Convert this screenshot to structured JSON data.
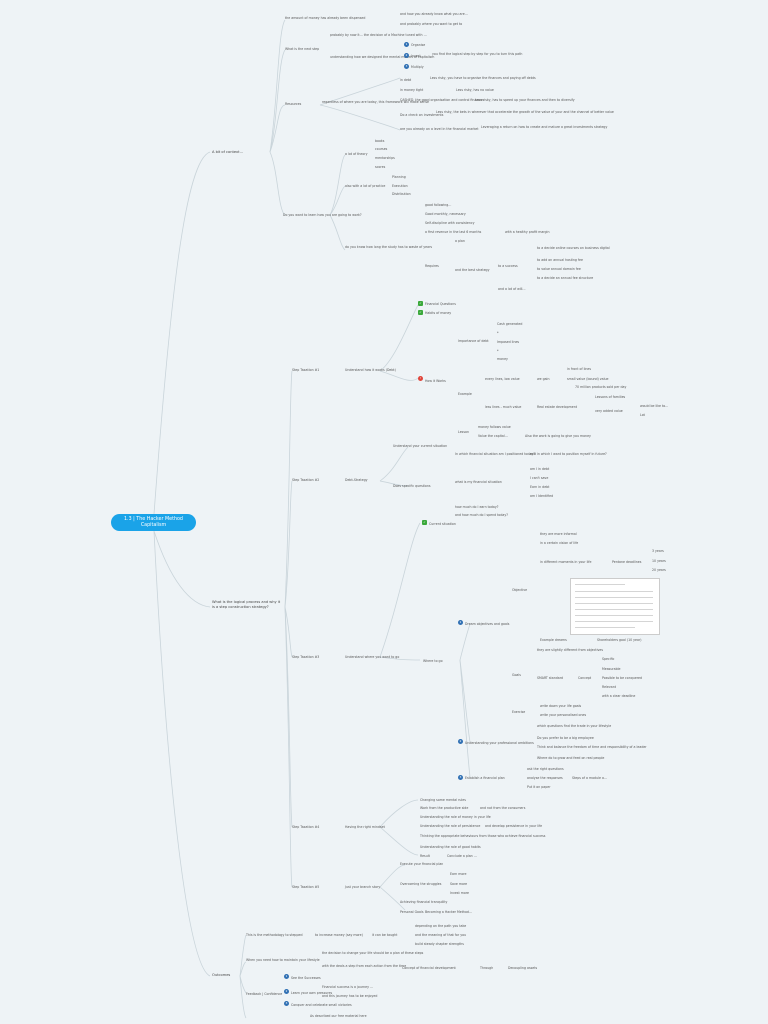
{
  "root": {
    "title": "1.3 | The Hacker Method Capitalism"
  },
  "a_bit_of_context": {
    "label": "A bit of context...",
    "what_is_the_next_step": "What is the next step",
    "amount_of_money": "the amount of money has already been dispensed",
    "dispensed_a": "and how you already know what you are...",
    "dispensed_b": "and probably where you want to get to",
    "organise": "Organise",
    "invest": "Invest",
    "multiply": "Multiply",
    "invest_detail": "you find the logical step by step for you to turn this path",
    "summary_a": "understanding how we designed the mental models of capitalism",
    "summary_b": "probably by now it... the decision of a Machine tuned with ...",
    "resources": "Resources",
    "regardless": "regardless of where you are today, this framework will make sense",
    "r1": "in debt",
    "r1d": "Less risky, you have to organise the finances and paying off debts",
    "r2": "in money tight",
    "r2d": "Less risky, has no value",
    "r3": "CASHED, the good organisation and control finances",
    "r3d": "Less risky, has to speed up your finances and then to diversify",
    "r4": "Do a check on investments",
    "r4d": "Less risky, the bets in wherever that accelerate the growth of the value of your and the channel of better value",
    "r5": "are you already on a level in the financial market",
    "r5d": "Leveraging a return on how to create and mature a great investments strategy",
    "why_clients": "Do you want to learn how you are going to work?",
    "lot_of_theory": "a lot of theory",
    "th1": "books",
    "th2": "courses",
    "th3": "mentorships",
    "th4": "scores",
    "practical": "also with a lot of practice",
    "p1": "Planning",
    "p2": "Execution",
    "p3": "Distribution",
    "how_long": "do you know how long the study has to waste of years",
    "hl1": "good following...",
    "hl2": "Good monthly, necessary",
    "hl3": "Self-discipline with consistency",
    "hl4": "a first revenue in the last 6 months",
    "hl4d": "with a healthy profit margin",
    "requires": "Requires",
    "req1": "a plan",
    "req2": "and the best strategy",
    "req3": "to a success",
    "s1": "to a decide online courses on business digital",
    "s2": "to add on annual hosting fee",
    "s3": "to value annual domain fee",
    "s4": "to a decide an annual fee structure",
    "req4": "and a lot of will..."
  },
  "logical_process": {
    "label": "What is the logical process and why it is a step construction strategy?",
    "step1": "Step Taxation #1",
    "step1_sub": "Understand how it works (Debt)",
    "s1_a": "Financial Questions",
    "s1_b": "Habits of money",
    "s1_c": "Importance of debt",
    "s1_c1": "Cash generated",
    "s1_c2": "*",
    "s1_c3": "Imposed lines",
    "s1_c4": "*",
    "s1_c5": "money",
    "s1_d": "How it Works",
    "s1_e": "Example",
    "s1_e1": "every lines, low value",
    "s1_e1d": "we gain",
    "s1_e1x": "in front of lines",
    "s1_e1y": "small value (bound) value",
    "s1_e1z": "70 million products sold per day",
    "s1_e2": "less lines - much value",
    "s1_e2d": "Real estate development",
    "s1_e2x": "Lessons of families",
    "s1_e2y": "very added value",
    "s1_e2z": "would be like to...",
    "s1_e2w": "Lot",
    "s1_f": "Lesson",
    "s1_f1": "money follows value",
    "s1_f2": "Value the capital...",
    "s1_f2d": "Also the work is going to give you money",
    "step2": "Step Taxation #2",
    "step2_sub": "Debt-Strategy",
    "s2_a": "Understand your current situation",
    "s2_b": "Does specific questions",
    "s2_b1": "In which financial situation am I positioned today?",
    "s2_b1d": "and in which I want to position myself in future?",
    "s2_b2": "what is my financial situation",
    "s2_b2a": "am I in debt",
    "s2_b2b": "I can't save",
    "s2_b2c": "Earn in debt",
    "s2_b2d": "am I Identified",
    "s2_b3": "how much do I earn today?",
    "s2_b4": "and how much do I spend today?",
    "step3": "Step Taxation #3",
    "step3_sub": "Understand where you want to go",
    "s3_a": "Current situation",
    "s3_b": "Where to go",
    "s3_c": "Dream objectives and goals",
    "s3_c1": "Objective",
    "s3_c1a": "they are more informal",
    "s3_c1b": "in a certain vision of life",
    "s3_c1c": "in different moments in your life",
    "s3_c1cd": "Pentane deadlines",
    "s3_c1x": "3 years",
    "s3_c1y": "10 years",
    "s3_c1z": "20 years",
    "s3_c2": "Example dreams",
    "s3_c2d": "Shareholders goal (10 year)",
    "s3_d": "Goals",
    "s3_d1": "they are slightly different from objectives",
    "s3_d2": "SMART standard",
    "s3_d2d": "Concept",
    "s3_d2a": "Specific",
    "s3_d2b": "Measurable",
    "s3_d2c": "Possible to be conquered",
    "s3_d2e": "Relevant",
    "s3_d2f": "with a clear deadline",
    "s3_e": "Exercise",
    "s3_e1": "write down your life goals",
    "s3_e2": "write your personalised ones",
    "s3_f": "Understanding your professional ambitions",
    "s3_f1": "which questions find the trade in your lifestyle",
    "s3_f2": "Do you prefer to be a big employee",
    "s3_f3": "Think and balance the freedom of time and responsibility of a leader",
    "s3_f4": "Where do to grow and feed on real people",
    "s3_g": "Establish a financial plan",
    "s3_g1": "ask the right questions",
    "s3_g2": "analyse the responses",
    "s3_g2d": "Steps of a module a...",
    "s3_g3": "Put it on paper",
    "step4": "Step Taxation #4",
    "step4_sub": "Having the right mindset",
    "s4_1": "Changing some mental rules",
    "s4_2": "Work from the productive side",
    "s4_2d": "and not from the consumers",
    "s4_3": "Understanding the role of money in your life",
    "s4_4": "Understanding the role of persistence",
    "s4_4d": "and develop persistence in your life",
    "s4_5": "Thinking the appropriate behaviours from those who achieve financial success",
    "s4_6": "Understanding the role of good habits",
    "s4_7": "Result",
    "s4_7d": "Conclude a plan ...",
    "step5": "Step Taxation #5",
    "step5_sub": "Just your branch story",
    "s5_1": "Execute your financial plan",
    "s5_2": "Overcoming the struggles",
    "s5_2a": "Earn more",
    "s5_2b": "Save more",
    "s5_2c": "Invest more",
    "s5_3": "Achieving financial tranquility",
    "s5_4": "Personal Goals",
    "s5_4d": "Becoming a Hacker Method..."
  },
  "outcomes": {
    "label": "Outcomes",
    "o1": "This is the methodology to stepped",
    "o1a": "to increase money (say more)",
    "o1b": "it can be taught",
    "o1c": "depending on the path you take",
    "o1d": "and the meaning of that for you",
    "o1e": "build steady chapter strengths",
    "o2": "When you need how to maintain your lifestyle",
    "o2a": "the decision to change your life should be a plan of these steps",
    "o2b": "with the deals a step from each action from the time",
    "o2c": "Concept of financial development",
    "o2d": "Through",
    "o2e": "Decoupling assets",
    "o3": "Feedback | Confidence",
    "o3a": "See the Successes",
    "o3b": "Learn your own pressures",
    "o3c": "Financial success is a journey ...",
    "o3d": "Conquer and celebrate small victories",
    "o3e": "and this journey has to be enjoyed",
    "o4": "As described our free material here"
  },
  "colors": {
    "root_bg": "#1aa3e8",
    "line": "#c9d4da",
    "icon_blue": "#2f6fb3",
    "icon_green": "#3aa83a",
    "icon_red": "#e0443a",
    "background": "#eef3f6"
  }
}
